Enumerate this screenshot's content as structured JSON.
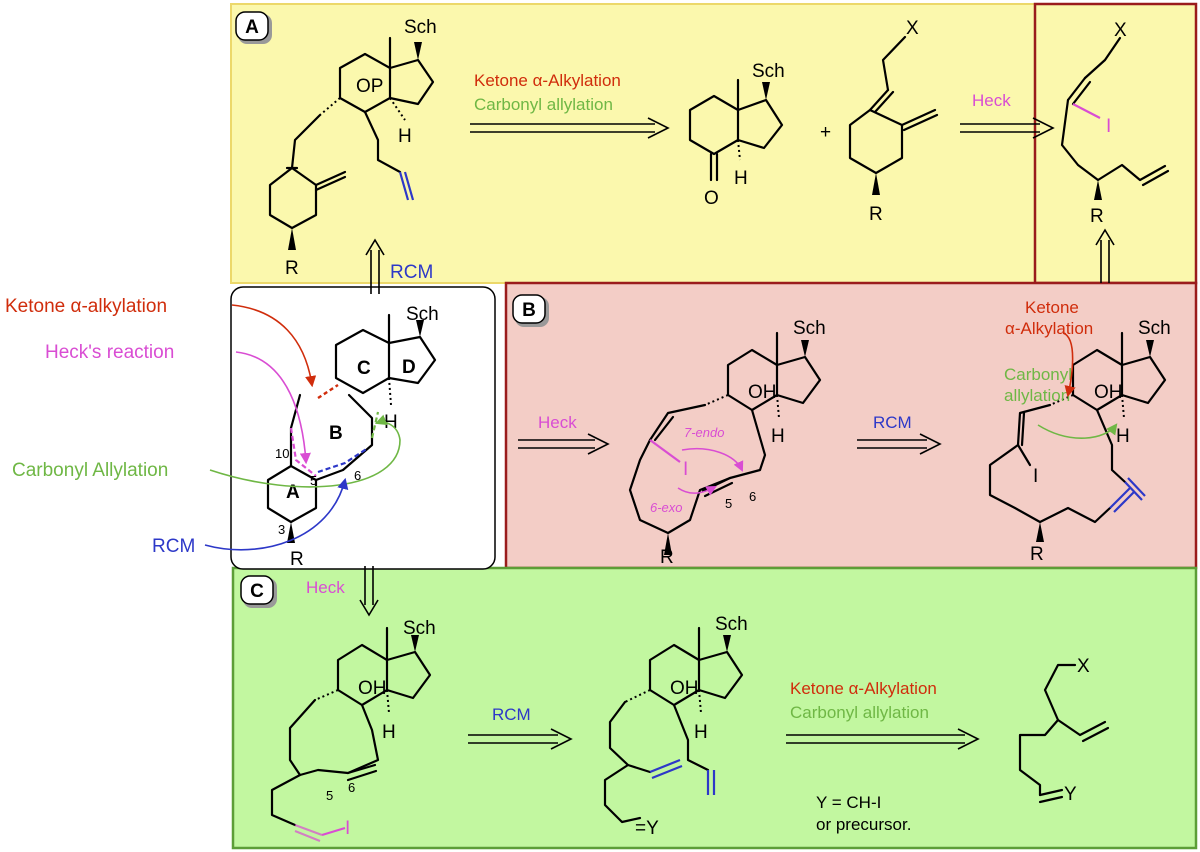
{
  "colors": {
    "panel_a_bg": "#fbf8ad",
    "panel_a_border": "#ecd86a",
    "panel_b_bg": "#f3cdc6",
    "panel_b_border": "#9a1c1c",
    "panel_c_bg": "#c2f7a0",
    "panel_c_border": "#5c9e37",
    "red": "#d02d0c",
    "magenta": "#d94dd3",
    "green": "#6fb745",
    "blue": "#2d38c8"
  },
  "panels": {
    "a": {
      "badge": "A"
    },
    "b": {
      "badge": "B"
    },
    "c": {
      "badge": "C"
    }
  },
  "labels": {
    "sch": "Sch",
    "r": "R",
    "op": "OP",
    "oh": "OH",
    "h": "H",
    "o": "O",
    "x": "X",
    "i": "I",
    "y": "Y",
    "eq_y": "=Y",
    "plus": "+",
    "ring_a": "A",
    "ring_b": "B",
    "ring_c": "C",
    "ring_d": "D",
    "num_3": "3",
    "num_5": "5",
    "num_6": "6",
    "num_10": "10"
  },
  "left_panel": {
    "ketone_alkylation": "Ketone α-alkylation",
    "hecks_reaction": "Heck's reaction",
    "carbonyl_allylation": "Carbonyl Allylation",
    "rcm": "RCM"
  },
  "arrows": {
    "up_rcm": "RCM",
    "down_heck": "Heck"
  },
  "panel_a_text": {
    "ketone_alkylation": "Ketone α-Alkylation",
    "carbonyl_allylation": "Carbonyl allylation",
    "heck": "Heck"
  },
  "panel_b_text": {
    "heck": "Heck",
    "rcm": "RCM",
    "endo": "7-endo",
    "exo": "6-exo",
    "ketone_line1": "Ketone",
    "ketone_line2": "α-Alkylation",
    "carbonyl_line1": "Carbonyl",
    "carbonyl_line2": "allylation"
  },
  "panel_c_text": {
    "rcm": "RCM",
    "ketone_alkylation": "Ketone α-Alkylation",
    "carbonyl_allylation": "Carbonyl allylation",
    "y_def_line1": "Y = CH-I",
    "y_def_line2": "or precursor."
  }
}
